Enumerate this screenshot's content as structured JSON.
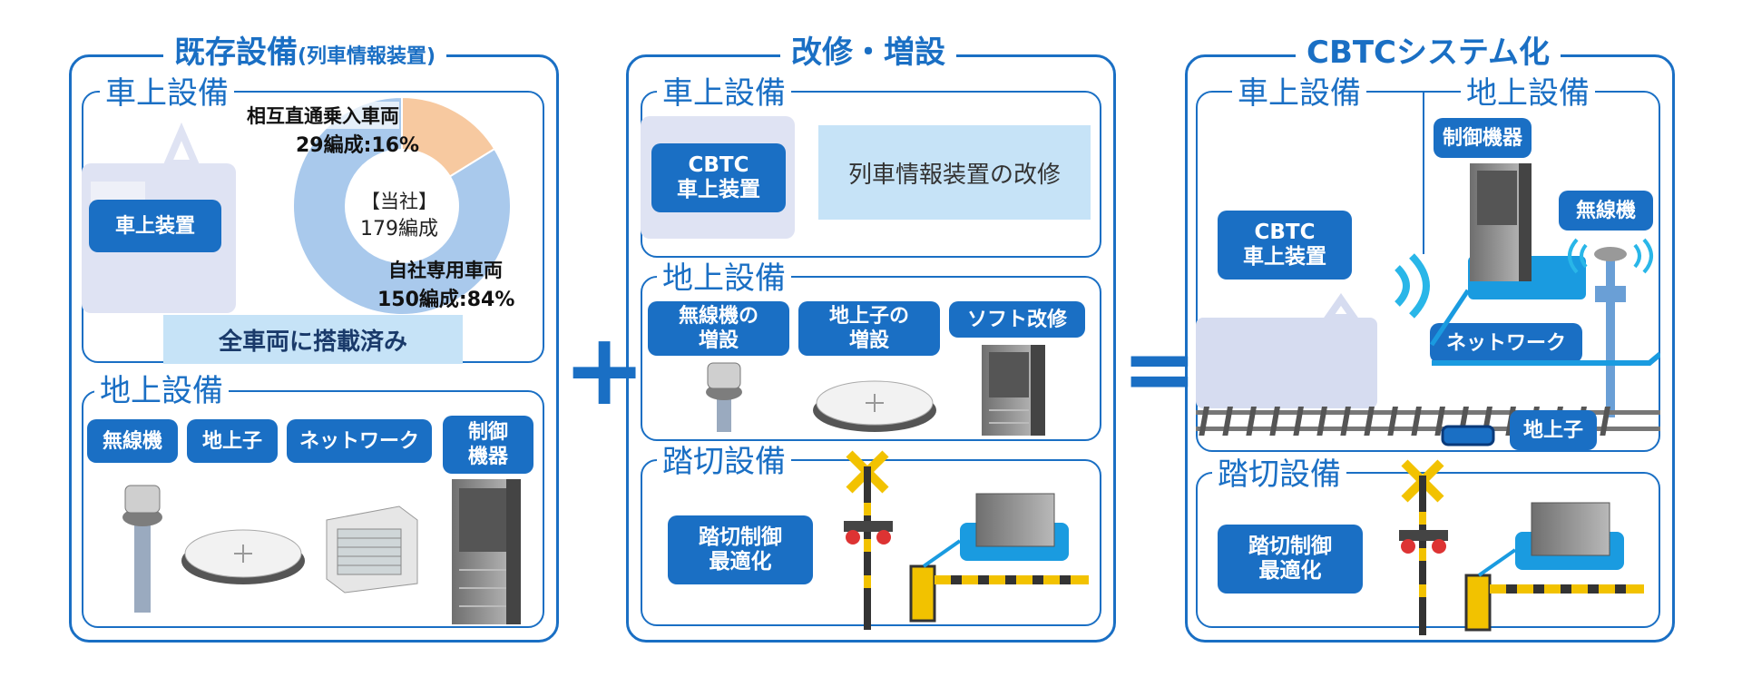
{
  "colors": {
    "accent": "#1a6fc4",
    "light": "#c6e3f7",
    "donut_own": "#a9c9ec",
    "donut_through": "#f7c9a0",
    "train": "#d6dcf0"
  },
  "panel1": {
    "title": "既存設備",
    "title_sub": "(列車情報装置)",
    "onboard": {
      "title": "車上設備",
      "device_label": "車上装置",
      "chart_center_1": "【当社】",
      "chart_center_2": "179編成",
      "through_label_1": "相互直通乗入車両",
      "through_label_2": "29編成:16%",
      "own_label_1": "自社専用車両",
      "own_label_2": "150編成:84%",
      "banner": "全車両に搭載済み"
    },
    "ground": {
      "title": "地上設備",
      "items": [
        "無線機",
        "地上子",
        "ネットワーク",
        "制御\n機器"
      ]
    }
  },
  "plus": "+",
  "panel2": {
    "title": "改修・増設",
    "onboard": {
      "title": "車上設備",
      "cbtc_label": "CBTC\n車上装置",
      "modify_label": "列車情報装置の改修"
    },
    "ground": {
      "title": "地上設備",
      "items": [
        "無線機の\n増設",
        "地上子の\n増設",
        "ソフト改修"
      ]
    },
    "crossing": {
      "title": "踏切設備",
      "label": "踏切制御\n最適化"
    }
  },
  "equals": "=",
  "panel3": {
    "title": "CBTCシステム化",
    "onboard": {
      "title": "車上設備",
      "cbtc_label": "CBTC\n車上装置"
    },
    "ground": {
      "title": "地上設備",
      "control_label": "制御機器",
      "radio_label": "無線機",
      "network_label": "ネットワーク",
      "balise_label": "地上子"
    },
    "crossing": {
      "title": "踏切設備",
      "label": "踏切制御\n最適化"
    }
  },
  "chart_data": {
    "type": "pie",
    "categories": [
      "自社専用車両",
      "相互直通乗入車両"
    ],
    "values": [
      150,
      29
    ],
    "percent": [
      84,
      16
    ]
  }
}
